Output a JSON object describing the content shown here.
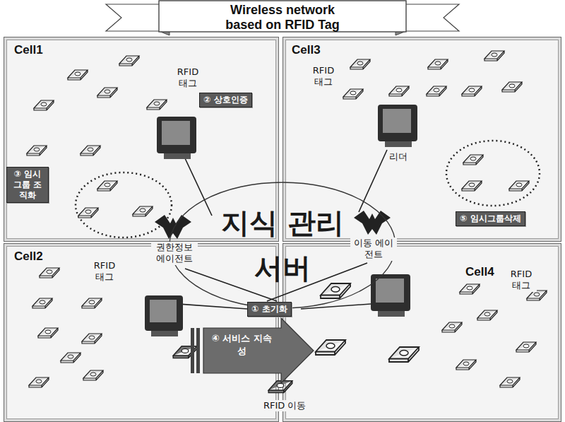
{
  "diagram": {
    "title": "Wireless network based on RFID Tag",
    "nodes": [
      {
        "text": [
          "Cell1"
        ]
      },
      {
        "text": [
          "Cell3"
        ]
      },
      {
        "text": [
          "Cell2"
        ]
      },
      {
        "text": [
          "Cell4"
        ]
      },
      {
        "text": [
          "② 상호인증"
        ],
        "in": 0
      },
      {
        "text": [
          "③ 임시 그룹 조직화"
        ],
        "in": 0
      },
      {
        "text": [
          "⑤ 임시그룹삭제"
        ],
        "in": 1
      },
      {
        "text": [
          "지식 관리 서버"
        ]
      },
      {
        "text": [
          "① 초기화"
        ]
      },
      {
        "text": [
          "④ 서비스 지속성"
        ]
      }
    ],
    "labels": [
      "RFID 태그",
      "RFID 태그",
      "리더",
      "권한정보 에이전트",
      "이동 에이전트",
      "RFID 태그",
      "RFID 태그",
      "RFID 이동"
    ]
  }
}
